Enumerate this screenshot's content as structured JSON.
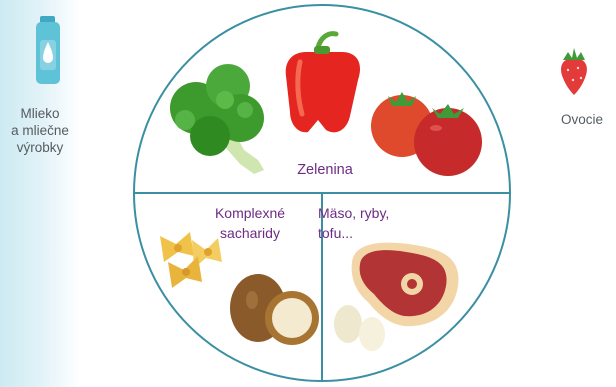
{
  "categories": {
    "milk": "Mlieko\na mliečne\nvýrobky",
    "fruit": "Ovocie",
    "vegetables": "Zelenina",
    "carbs": "Komplexné\nsacharidy",
    "protein": "Mäso, ryby,\ntofu..."
  },
  "colors": {
    "plate_outline": "#3a8fa3",
    "category_label": "#6d2c84",
    "side_label": "#555c60",
    "milk_carton": "#5fc3d8",
    "broccoli": "#3d9a2c",
    "pepper": "#e52620",
    "tomato": "#d73a2a",
    "meat": "#b23434",
    "pasta": "#f1c24a",
    "potato": "#8a5a2b",
    "strawberry": "#e33a3a"
  }
}
